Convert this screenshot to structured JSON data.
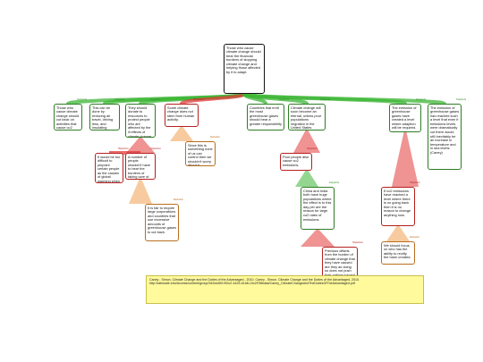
{
  "root": "Those who cause climate change should bear the financial burdens of stopping climate change and helping those affected by it to adapt.",
  "nodes": [
    {
      "id": "n1",
      "text": "Those who cause climate change should cut back on activities that cause co2 emission.",
      "tag": "Supports",
      "kind": "s"
    },
    {
      "id": "n2",
      "text": "This can be done by reducing air travel, driving less, and insulating homes efficiently. (Caney)",
      "tag": "Supports",
      "kind": "s"
    },
    {
      "id": "n3",
      "text": "They should donate to resources to protect people who are affected by the ill effects of climate change (Caney)",
      "tag": "Supports",
      "kind": "s"
    },
    {
      "id": "n4",
      "text": "It would be too difficult to pinpoint certain people as the causes of global warming when we are all responsible.",
      "tag": "Objection",
      "kind": "o"
    },
    {
      "id": "n5",
      "text": "A number of people shouldn't have to bear the burdens of taking care of everyones.",
      "tag": "Objection",
      "kind": "o"
    },
    {
      "id": "n6",
      "text": "It is fair to require large corporations and countries that use excessive amounts of greenhouse gases to cut back.",
      "tag": "Rebuttal",
      "kind": "r"
    },
    {
      "id": "n7",
      "text": "Some climate change does not stem from human activity.",
      "tag": "Objection",
      "kind": "o"
    },
    {
      "id": "n8",
      "text": "Since this is something none of us can control then we shouldn't worry about it.",
      "tag": "Rebuttal",
      "kind": "r"
    },
    {
      "id": "n9",
      "text": "Countries that emit the most greenhouse gases should bear a greater responsibility",
      "tag": "Supports",
      "kind": "s"
    },
    {
      "id": "n10",
      "text": "Climate change will soon become an eternal, unless poor populations migration in the United States",
      "tag": "Supports",
      "kind": "s"
    },
    {
      "id": "n11",
      "text": "Poor people also cause co2 emissions.",
      "tag": "Objection",
      "kind": "o"
    },
    {
      "id": "n12",
      "text": "China and India both have huge populations where the effect is to this day per are the reason for large co2 rates of emissions.",
      "tag": "Supports",
      "kind": "s"
    },
    {
      "id": "n13",
      "text": "Previous offsets from the burden of climate change that they have caused are they as doing so does not push their nations toward a decent standard of living? (Caney)",
      "tag": "Objection",
      "kind": "o"
    },
    {
      "id": "n14",
      "text": "The emission of greenhouse gases have created a level where adaption will be required.",
      "tag": "Supports",
      "kind": "s"
    },
    {
      "id": "n15",
      "text": "The emission of greenhouse gases has reached such a level that even if emissions levels were dramatically cut there would still inevitably be an increase in temperature and in sea levels. (Caney)",
      "tag": "Supports",
      "kind": "s"
    },
    {
      "id": "n16",
      "text": "If co2 emissions have reached a level where there is no going back then it is no reason to change anything now.",
      "tag": "Objection",
      "kind": "o"
    },
    {
      "id": "n17",
      "text": "We should focus on who has the ability to rectify the harm created.",
      "tag": "Rebuttal",
      "kind": "r"
    }
  ],
  "citation": "Caney , Simon, Climate Change and the Duties of the Advantaged , 2010. Caney , Simon. Climate Change and the Duties of the Advantaged, 2010. http://rationale.edu/Access/content/group/342ea369-f52c2-4425-b1b8-10c2f78fbdaa/Caney_ClimateChangeAndTheDutiesOfTheAdvantaged.pdf",
  "colors": {
    "support": "#3cb534",
    "objection": "#e23b3b",
    "rebuttal": "#f0a050",
    "citation_bg": "#fffa9c"
  }
}
